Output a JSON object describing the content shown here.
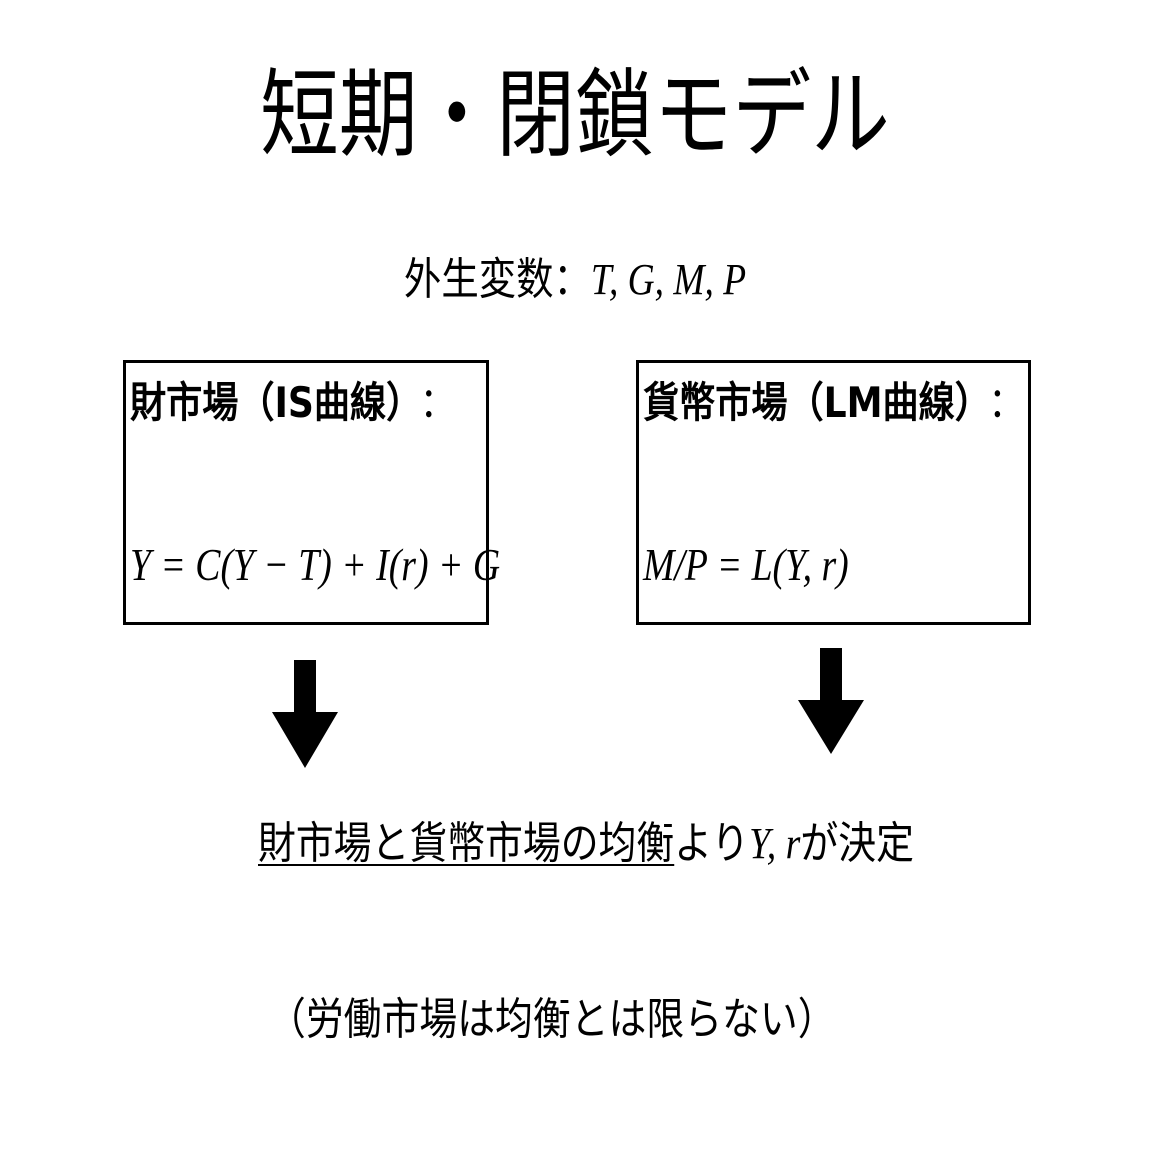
{
  "title": "短期・閉鎖モデル",
  "exogenous": {
    "label": "外生変数：",
    "vars": "T, G, M, P"
  },
  "boxes": {
    "is": {
      "heading": "財市場（IS曲線）",
      "colon": "：",
      "equation": "Y = C(Y − T) + I(r) + G"
    },
    "lm": {
      "heading": "貨幣市場（LM曲線）",
      "colon": "：",
      "equation": "M/P = L(Y, r)"
    }
  },
  "conclusion": {
    "underlined": "財市場と貨幣市場の均衡",
    "connector": "より",
    "vars": "Y, r",
    "ending": "が決定"
  },
  "note": "（労働市場は均衡とは限らない）",
  "colors": {
    "foreground": "#000000",
    "background": "#ffffff"
  }
}
